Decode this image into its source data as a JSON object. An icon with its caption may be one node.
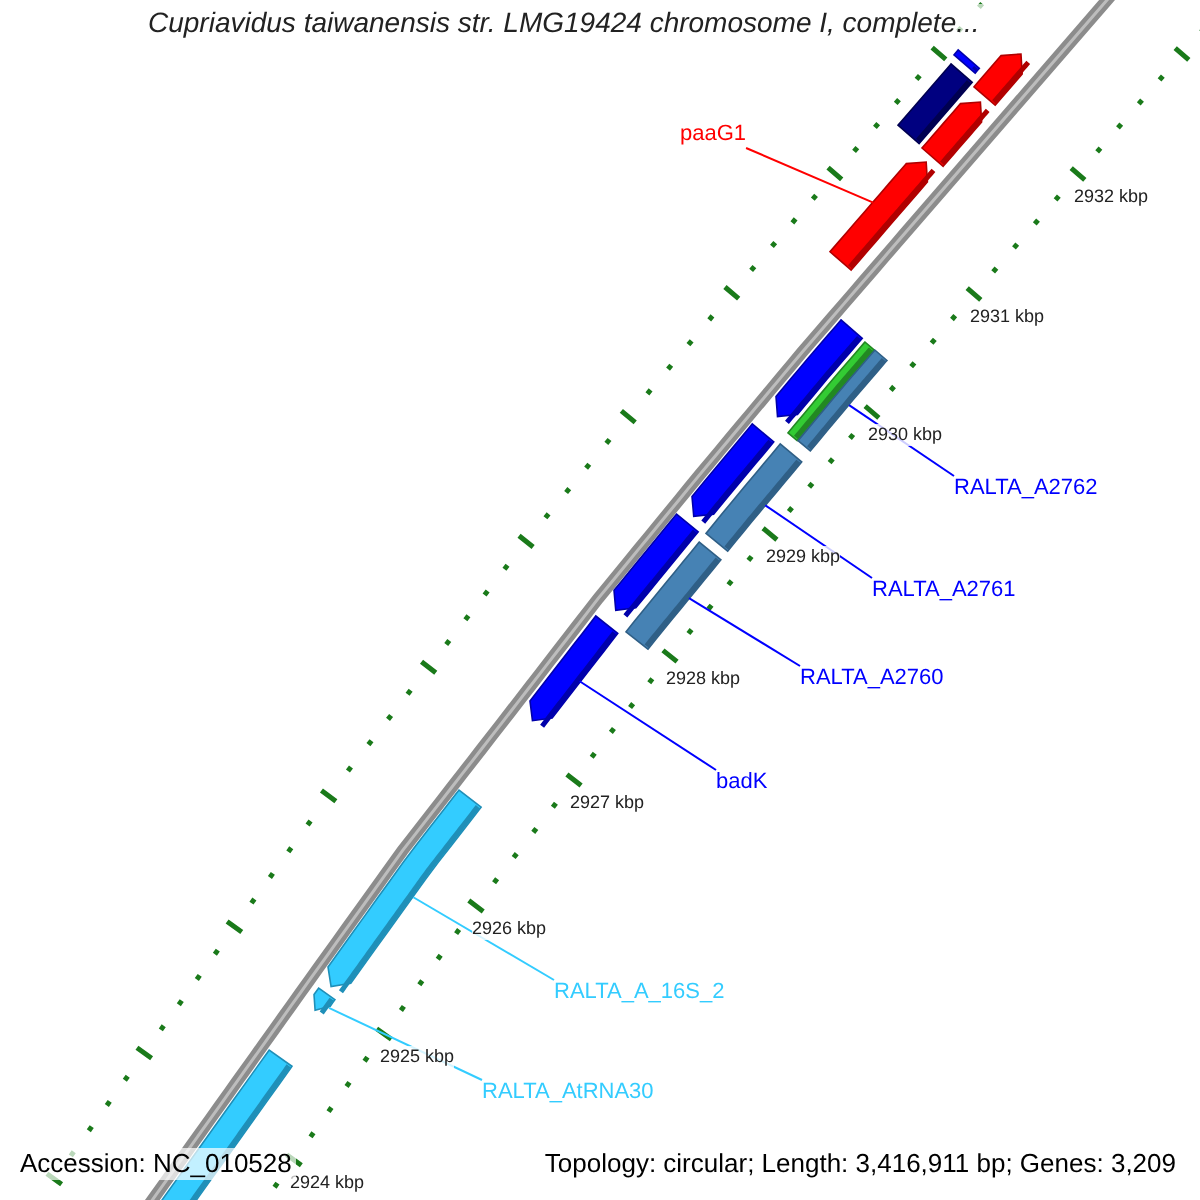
{
  "diagram": {
    "title": "Cupriavidus taiwanensis str. LMG19424 chromosome I, complete...",
    "nodes": [
      {
        "text": [],
        "shape": "box"
      },
      {
        "text": [],
        "shape": "pentagon"
      },
      {
        "text": [],
        "shape": "box"
      },
      {
        "text": [],
        "shape": "pentagon"
      },
      {
        "text": [
          "paaG1"
        ]
      },
      {
        "text": [],
        "shape": "pentagon"
      },
      {
        "text": [],
        "shape": "pentagon"
      },
      {
        "text": [],
        "shape": "box"
      },
      {
        "text": [],
        "shape": "box"
      },
      {
        "text": [],
        "shape": "pentagon"
      },
      {
        "text": [],
        "shape": "box"
      },
      {
        "text": [
          "RALTA_A2762"
        ]
      },
      {
        "text": [],
        "shape": "pentagon"
      },
      {
        "text": [],
        "shape": "box"
      },
      {
        "text": [
          "RALTA_A2761"
        ]
      },
      {
        "text": [],
        "shape": "pentagon"
      },
      {
        "text": [
          "RALTA_A2760"
        ]
      },
      {
        "text": [
          "badK"
        ]
      },
      {
        "text": [],
        "shape": "pentagon"
      },
      {
        "text": [
          "RALTA_A_16S_2"
        ]
      },
      {
        "text": [],
        "shape": "pentagon"
      },
      {
        "text": [],
        "shape": "box"
      },
      {
        "text": [
          "RALTA_AtRNA30"
        ]
      }
    ],
    "edges": [
      {
        "from": 4,
        "to": 5,
        "arrow": "none",
        "color": "#ff0000"
      },
      {
        "from": 11,
        "to": 8,
        "arrow": "none"
      },
      {
        "from": 14,
        "to": 10,
        "arrow": "none"
      },
      {
        "from": 16,
        "to": 13,
        "arrow": "none"
      },
      {
        "from": 17,
        "to": 15,
        "arrow": "none"
      },
      {
        "from": 19,
        "to": 18,
        "arrow": "none",
        "color": "#33ccff"
      },
      {
        "from": 22,
        "to": 20,
        "arrow": "none",
        "color": "#33ccff"
      }
    ],
    "labels": [
      "2932 kbp",
      "2931 kbp",
      "2930 kbp",
      "2929 kbp",
      "2928 kbp",
      "2927 kbp",
      "2926 kbp",
      "2925 kbp",
      "2924 kbp",
      "Accession: NC_010528",
      "Topology: circular; Length: 3,416,911 bp; Genes: 3,209"
    ]
  }
}
